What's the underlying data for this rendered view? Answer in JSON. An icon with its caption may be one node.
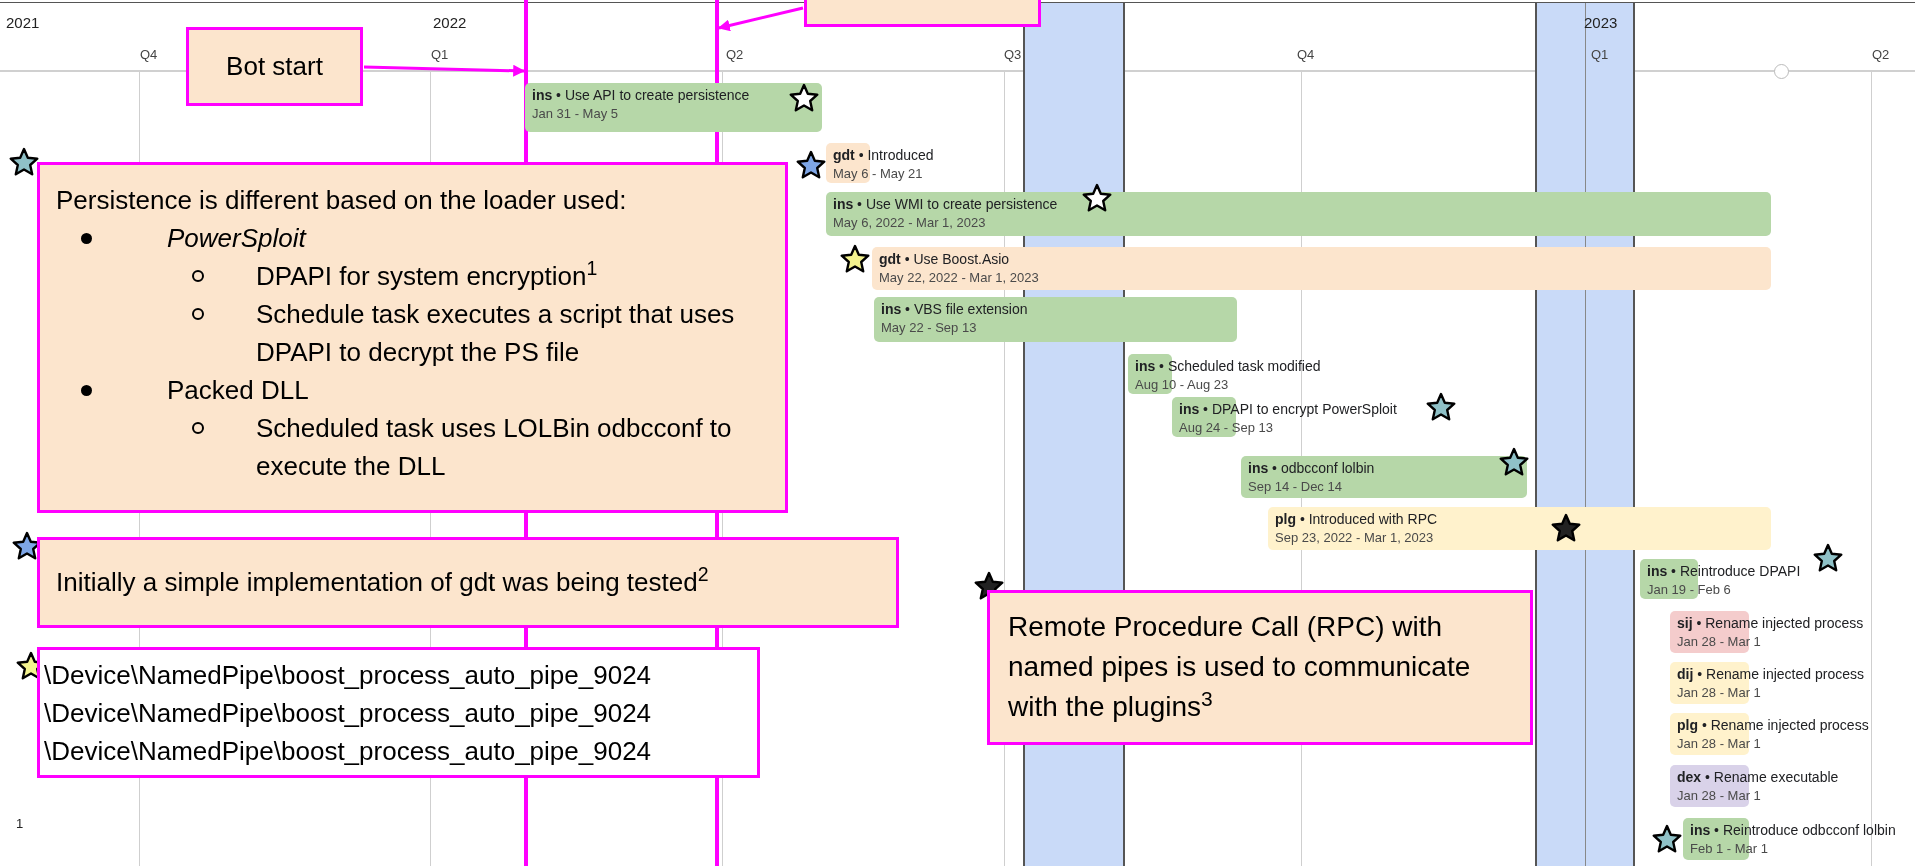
{
  "diagram": {
    "nodes": [
      {
        "text": [],
        "shape": "box"
      },
      {
        "text": [
          "Bot start"
        ]
      },
      {
        "text": [],
        "shape": "bar"
      },
      {
        "text": [],
        "shape": "bar"
      },
      {
        "text": [
          "**ins** • Use API to create persistence",
          "Jan 31 - May 5"
        ]
      },
      {
        "text": [
          "**gdt** • Introduced",
          "May 6 - May 21"
        ]
      },
      {
        "text": [
          "**ins** • Use WMI to create persistence",
          "May 6, 2022 - Mar 1, 2023"
        ]
      },
      {
        "text": [
          "**gdt** • Use Boost.Asio",
          "May 22, 2022 - Mar 1, 2023"
        ]
      },
      {
        "text": [
          "**ins** • VBS file extension",
          "May 22 - Sep 13"
        ]
      },
      {
        "text": [
          "**ins** • Scheduled task modified",
          "Aug 10 - Aug 23"
        ]
      },
      {
        "text": [
          "**ins** • DPAPI to encrypt PowerSploit",
          "Aug 24 - Sep 13"
        ]
      },
      {
        "text": [
          "**ins** • odbcconf lolbin",
          "Sep 14 - Dec 14"
        ]
      },
      {
        "text": [
          "**plg** • Introduced with RPC",
          "Sep 23, 2022 - Mar 1, 2023"
        ]
      },
      {
        "text": [
          "**ins** • Reintroduce DPAPI",
          "Jan 19 - Feb 6"
        ]
      },
      {
        "text": [
          "**sij** • Rename injected process",
          "Jan 28 - Mar 1"
        ]
      },
      {
        "text": [
          "**dij** • Rename injected process",
          "Jan 28 - Mar 1"
        ]
      },
      {
        "text": [
          "**plg** • Rename injected process",
          "Jan 28 - Mar 1"
        ]
      },
      {
        "text": [
          "**dex** • Rename executable",
          "Jan 28 - Mar 1"
        ]
      },
      {
        "text": [
          "**ins** • Reintroduce odbcconf lolbin",
          "Feb 1 - Mar 1"
        ]
      },
      {
        "text": [
          "Persistence is different based on the loader used:",
          "PowerSploit",
          "DPAPI for system encryption$^{1}$",
          "Schedule task executes a script that uses DPAPI to decrypt the PS file",
          "Packed DLL",
          "Scheduled task uses LOLBin odbcconf to execute the DLL"
        ]
      },
      {
        "text": [
          "Initially a simple implementation of gdt was being tested$^{2}$"
        ]
      },
      {
        "text": [
          "\\Device\\NamedPipe\\boost_process_auto_pipe_9024",
          "\\Device\\NamedPipe\\boost_process_auto_pipe_9024",
          "\\Device\\NamedPipe\\boost_process_auto_pipe_9024"
        ]
      },
      {
        "text": [
          "Remote Procedure Call (RPC) with named pipes is used to communicate with the plugins$^{3}$"
        ]
      }
    ],
    "edges": [
      {
        "from": 1,
        "to": 2,
        "arrow": "to"
      },
      {
        "from": 0,
        "to": 3,
        "arrow": "to"
      }
    ],
    "labels": [
      "2021",
      "2022",
      "2023",
      "Q4",
      "Q1",
      "Q2",
      "Q3",
      "Q4",
      "Q1",
      "Q2",
      "1"
    ]
  }
}
